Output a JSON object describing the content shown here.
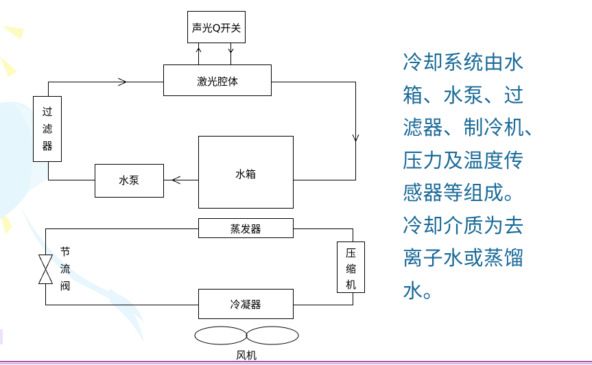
{
  "slide": {
    "description_lines": [
      "冷却系统由水",
      "箱、水泵、过",
      "滤器、制冷机、",
      "压力及温度传",
      "感器等组成。",
      "冷却介质为去",
      "离子水或蒸馏",
      "水。"
    ],
    "text_color": "#1a6a98",
    "accent_line_color": "#8a1a8a"
  },
  "diagram": {
    "water_loop": {
      "aom_switch": "声光Q开关",
      "laser_cavity": "激光腔体",
      "filter": [
        "过",
        "滤",
        "器"
      ],
      "pump": "水泵",
      "tank": "水箱"
    },
    "refrigeration_loop": {
      "evaporator": "蒸发器",
      "compressor": [
        "压",
        "缩",
        "机"
      ],
      "condenser": "冷凝器",
      "throttle_valve": [
        "节",
        "流",
        "阀"
      ],
      "fan": "风机"
    }
  }
}
